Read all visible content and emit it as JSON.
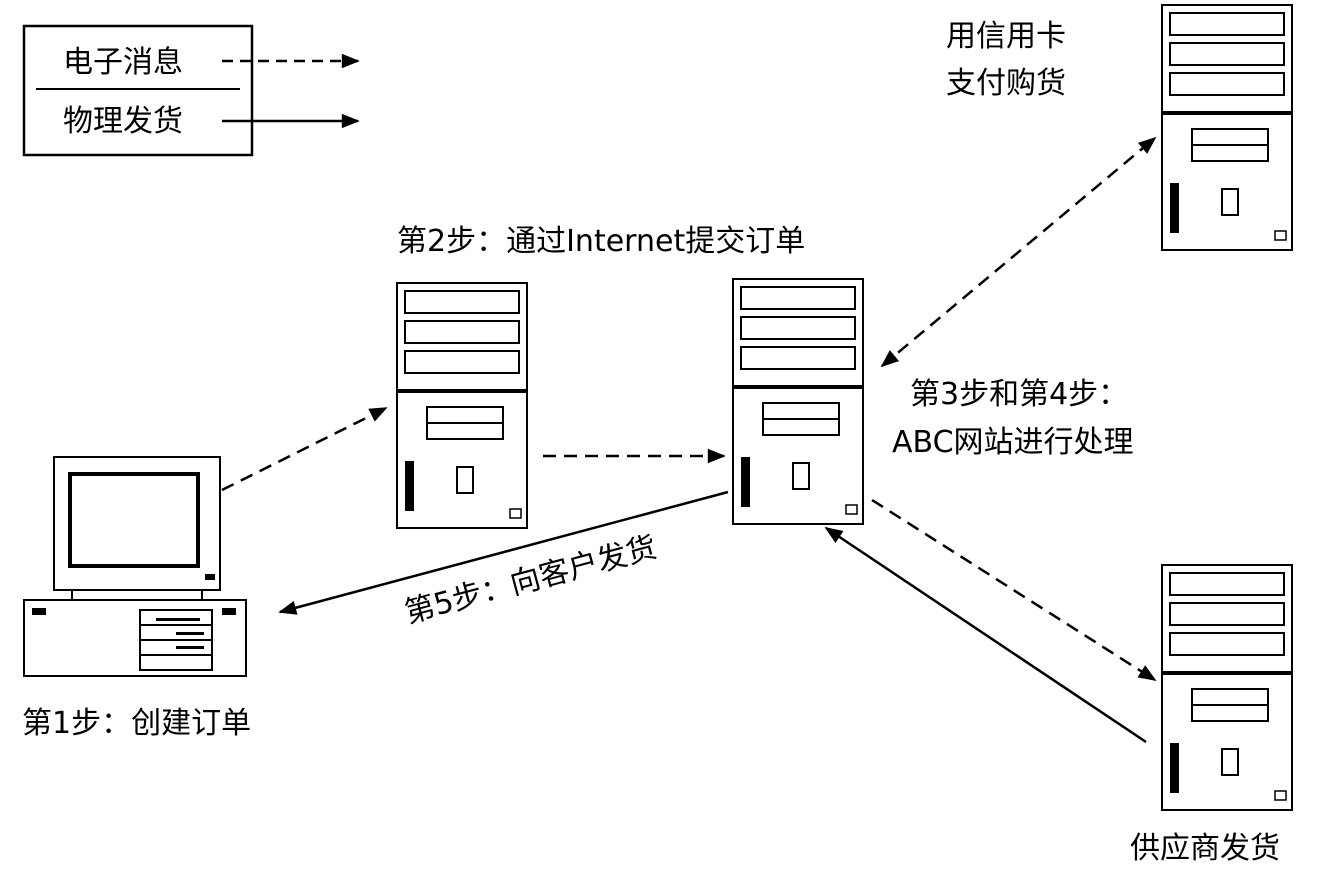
{
  "legend": {
    "electronic_message": "电子消息",
    "physical_delivery": "物理发货"
  },
  "steps": {
    "step1": "第1步：创建订单",
    "step2": "第2步：通过Internet提交订单",
    "step3_line1": "第3步和第4步：",
    "step3_line2": "ABC网站进行处理",
    "step5": "第5步：向客户发货"
  },
  "nodes": {
    "credit_line1": "用信用卡",
    "credit_line2": "支付购货",
    "supplier": "供应商发货"
  }
}
